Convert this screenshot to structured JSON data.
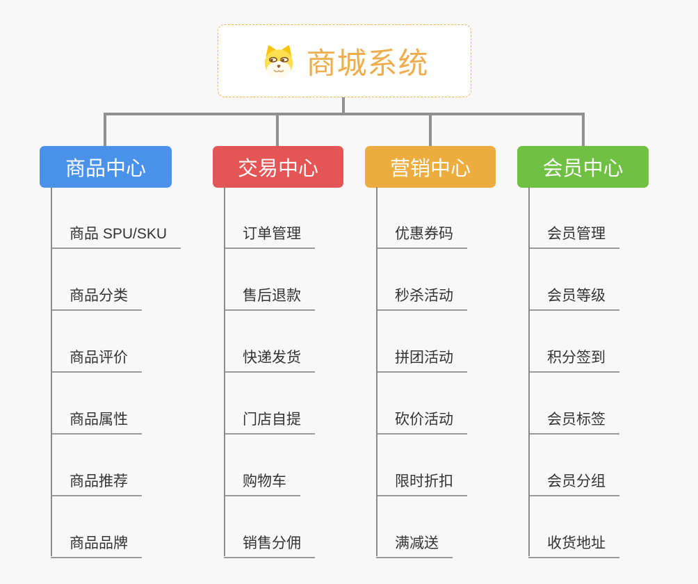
{
  "root": {
    "title": "商城系统",
    "icon": "shiba-dog-icon"
  },
  "branches": [
    {
      "label": "商品中心",
      "color": "#4A91E9",
      "items": [
        "商品 SPU/SKU",
        "商品分类",
        "商品评价",
        "商品属性",
        "商品推荐",
        "商品品牌"
      ]
    },
    {
      "label": "交易中心",
      "color": "#E45656",
      "items": [
        "订单管理",
        "售后退款",
        "快递发货",
        "门店自提",
        "购物车",
        "销售分佣"
      ]
    },
    {
      "label": "营销中心",
      "color": "#EDAD3E",
      "items": [
        "优惠券码",
        "秒杀活动",
        "拼团活动",
        "砍价活动",
        "限时折扣",
        "满减送"
      ]
    },
    {
      "label": "会员中心",
      "color": "#70C043",
      "items": [
        "会员管理",
        "会员等级",
        "积分签到",
        "会员标签",
        "会员分组",
        "收货地址"
      ]
    }
  ],
  "colors": {
    "background": "#F8F8F8",
    "connector": "#909090",
    "root_border": "#F0B45A",
    "root_text": "#F0AD4E",
    "child_text": "#333333",
    "child_underline": "#9A9A9A"
  }
}
